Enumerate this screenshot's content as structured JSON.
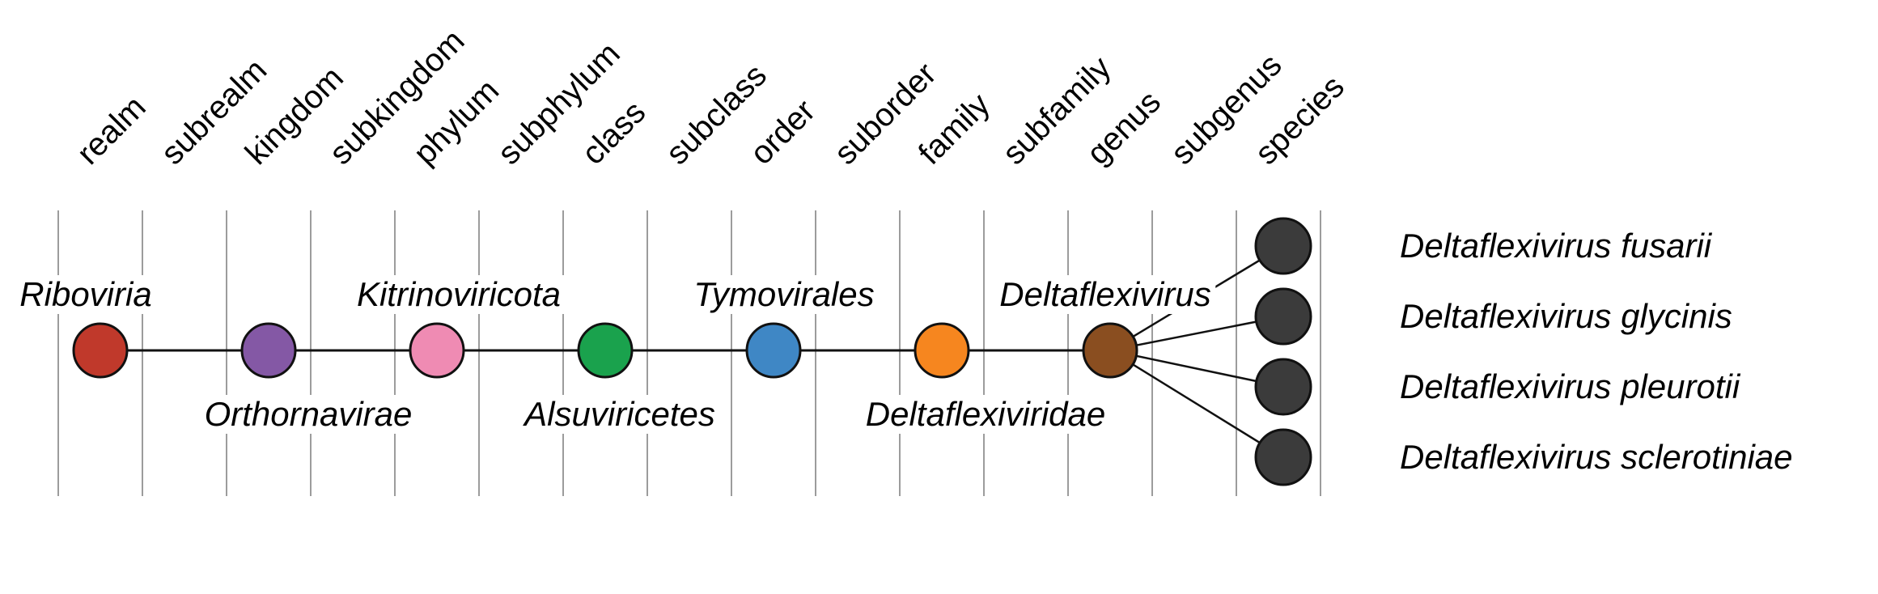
{
  "ranks": [
    "realm",
    "subrealm",
    "kingdom",
    "subkingdom",
    "phylum",
    "subphylum",
    "class",
    "subclass",
    "order",
    "suborder",
    "family",
    "subfamily",
    "genus",
    "subgenus",
    "species"
  ],
  "lineage": [
    {
      "rank": "realm",
      "name": "Riboviria",
      "color": "#c0392b",
      "label_position": "above"
    },
    {
      "rank": "kingdom",
      "name": "Orthornavirae",
      "color": "#8458a5",
      "label_position": "below"
    },
    {
      "rank": "phylum",
      "name": "Kitrinoviricota",
      "color": "#ef8bb3",
      "label_position": "above"
    },
    {
      "rank": "class",
      "name": "Alsuviricetes",
      "color": "#1aa24d",
      "label_position": "below"
    },
    {
      "rank": "order",
      "name": "Tymovirales",
      "color": "#3f87c5",
      "label_position": "above"
    },
    {
      "rank": "family",
      "name": "Deltaflexiviridae",
      "color": "#f6861f",
      "label_position": "below"
    },
    {
      "rank": "genus",
      "name": "Deltaflexivirus",
      "color": "#8a4e20",
      "label_position": "above"
    }
  ],
  "species": [
    {
      "name": "Deltaflexivirus fusarii",
      "color": "#3b3b3b"
    },
    {
      "name": "Deltaflexivirus glycinis",
      "color": "#3b3b3b"
    },
    {
      "name": "Deltaflexivirus pleurotii",
      "color": "#3b3b3b"
    },
    {
      "name": "Deltaflexivirus sclerotiniae",
      "color": "#3b3b3b"
    }
  ],
  "style": {
    "gridline_color": "#9c9c9c",
    "line_color": "#111111",
    "background": "#ffffff"
  }
}
